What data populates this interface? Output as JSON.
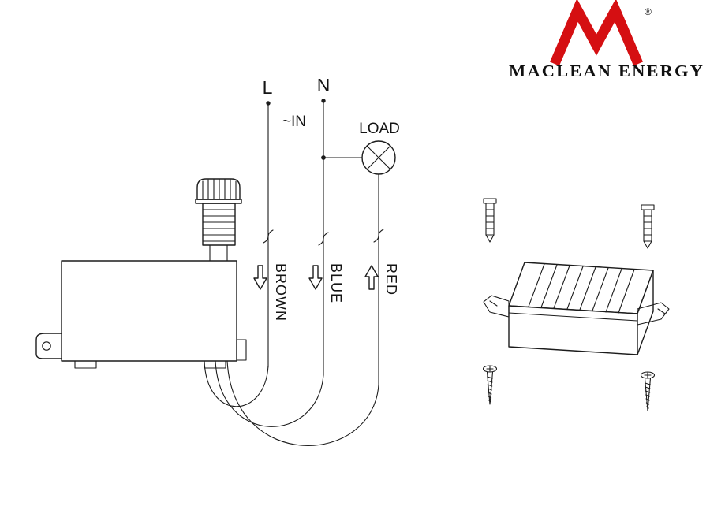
{
  "colors": {
    "ink": "#1c1c1c",
    "logo_red": "#d50f12",
    "paper": "#ffffff"
  },
  "logo": {
    "registered": "®",
    "name": "MACLEAN ENERGY"
  },
  "wiring_diagram": {
    "terminals": {
      "live": "L",
      "neutral": "N"
    },
    "input_label": "~IN",
    "load_label": "LOAD",
    "wires": [
      {
        "label": "BROWN",
        "arrow": "down"
      },
      {
        "label": "BLUE",
        "arrow": "down"
      },
      {
        "label": "RED",
        "arrow": "up"
      }
    ]
  }
}
